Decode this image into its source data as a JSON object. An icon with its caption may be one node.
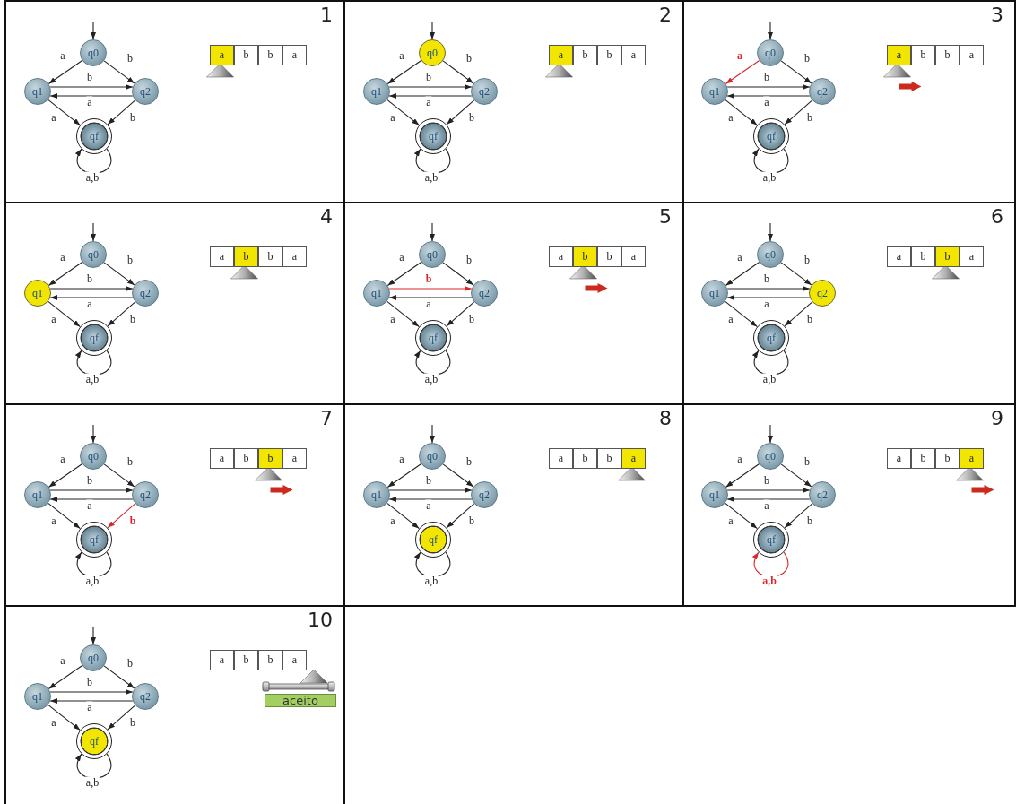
{
  "diagram": {
    "nodes": [
      {
        "text": [
          "1"
        ]
      },
      {
        "text": [
          "q0"
        ],
        "in": 0
      },
      {
        "text": [
          "q1"
        ],
        "in": 0
      },
      {
        "text": [
          "q2"
        ],
        "in": 0
      },
      {
        "text": [
          "qf"
        ],
        "in": 0
      },
      {
        "text": [
          "a"
        ],
        "in": 0
      },
      {
        "text": [
          "b"
        ],
        "in": 0
      },
      {
        "text": [
          "b"
        ],
        "in": 0
      },
      {
        "text": [
          "a"
        ],
        "in": 0
      },
      {
        "text": [
          "2"
        ]
      },
      {
        "text": [
          "q0"
        ],
        "in": 9
      },
      {
        "text": [
          "q1"
        ],
        "in": 9
      },
      {
        "text": [
          "q2"
        ],
        "in": 9
      },
      {
        "text": [
          "qf"
        ],
        "in": 9
      },
      {
        "text": [
          "a"
        ],
        "in": 9
      },
      {
        "text": [
          "b"
        ],
        "in": 9
      },
      {
        "text": [
          "b"
        ],
        "in": 9
      },
      {
        "text": [
          "a"
        ],
        "in": 9
      },
      {
        "text": [
          "3"
        ]
      },
      {
        "text": [
          "q0"
        ],
        "in": 18
      },
      {
        "text": [
          "q1"
        ],
        "in": 18
      },
      {
        "text": [
          "q2"
        ],
        "in": 18
      },
      {
        "text": [
          "qf"
        ],
        "in": 18
      },
      {
        "text": [
          "a"
        ],
        "in": 18
      },
      {
        "text": [
          "b"
        ],
        "in": 18
      },
      {
        "text": [
          "b"
        ],
        "in": 18
      },
      {
        "text": [
          "a"
        ],
        "in": 18
      },
      {
        "text": [
          "4"
        ]
      },
      {
        "text": [
          "q0"
        ],
        "in": 27
      },
      {
        "text": [
          "q1"
        ],
        "in": 27
      },
      {
        "text": [
          "q2"
        ],
        "in": 27
      },
      {
        "text": [
          "qf"
        ],
        "in": 27
      },
      {
        "text": [
          "a"
        ],
        "in": 27
      },
      {
        "text": [
          "b"
        ],
        "in": 27
      },
      {
        "text": [
          "b"
        ],
        "in": 27
      },
      {
        "text": [
          "a"
        ],
        "in": 27
      },
      {
        "text": [
          "5"
        ]
      },
      {
        "text": [
          "q0"
        ],
        "in": 36
      },
      {
        "text": [
          "q1"
        ],
        "in": 36
      },
      {
        "text": [
          "q2"
        ],
        "in": 36
      },
      {
        "text": [
          "qf"
        ],
        "in": 36
      },
      {
        "text": [
          "a"
        ],
        "in": 36
      },
      {
        "text": [
          "b"
        ],
        "in": 36
      },
      {
        "text": [
          "b"
        ],
        "in": 36
      },
      {
        "text": [
          "a"
        ],
        "in": 36
      },
      {
        "text": [
          "6"
        ]
      },
      {
        "text": [
          "q0"
        ],
        "in": 45
      },
      {
        "text": [
          "q1"
        ],
        "in": 45
      },
      {
        "text": [
          "q2"
        ],
        "in": 45
      },
      {
        "text": [
          "qf"
        ],
        "in": 45
      },
      {
        "text": [
          "a"
        ],
        "in": 45
      },
      {
        "text": [
          "b"
        ],
        "in": 45
      },
      {
        "text": [
          "b"
        ],
        "in": 45
      },
      {
        "text": [
          "a"
        ],
        "in": 45
      },
      {
        "text": [
          "7"
        ]
      },
      {
        "text": [
          "q0"
        ],
        "in": 54
      },
      {
        "text": [
          "q1"
        ],
        "in": 54
      },
      {
        "text": [
          "q2"
        ],
        "in": 54
      },
      {
        "text": [
          "qf"
        ],
        "in": 54
      },
      {
        "text": [
          "a"
        ],
        "in": 54
      },
      {
        "text": [
          "b"
        ],
        "in": 54
      },
      {
        "text": [
          "b"
        ],
        "in": 54
      },
      {
        "text": [
          "a"
        ],
        "in": 54
      },
      {
        "text": [
          "8"
        ]
      },
      {
        "text": [
          "q0"
        ],
        "in": 63
      },
      {
        "text": [
          "q1"
        ],
        "in": 63
      },
      {
        "text": [
          "q2"
        ],
        "in": 63
      },
      {
        "text": [
          "qf"
        ],
        "in": 63
      },
      {
        "text": [
          "a"
        ],
        "in": 63
      },
      {
        "text": [
          "b"
        ],
        "in": 63
      },
      {
        "text": [
          "b"
        ],
        "in": 63
      },
      {
        "text": [
          "a"
        ],
        "in": 63
      },
      {
        "text": [
          "9"
        ]
      },
      {
        "text": [
          "q0"
        ],
        "in": 72
      },
      {
        "text": [
          "q1"
        ],
        "in": 72
      },
      {
        "text": [
          "q2"
        ],
        "in": 72
      },
      {
        "text": [
          "qf"
        ],
        "in": 72
      },
      {
        "text": [
          "a"
        ],
        "in": 72
      },
      {
        "text": [
          "b"
        ],
        "in": 72
      },
      {
        "text": [
          "b"
        ],
        "in": 72
      },
      {
        "text": [
          "a"
        ],
        "in": 72
      },
      {
        "text": [
          "10"
        ]
      },
      {
        "text": [
          "q0"
        ],
        "in": 81
      },
      {
        "text": [
          "q1"
        ],
        "in": 81
      },
      {
        "text": [
          "q2"
        ],
        "in": 81
      },
      {
        "text": [
          "qf"
        ],
        "in": 81
      },
      {
        "text": [
          "a"
        ],
        "in": 81
      },
      {
        "text": [
          "b"
        ],
        "in": 81
      },
      {
        "text": [
          "b"
        ],
        "in": 81
      },
      {
        "text": [
          "a"
        ],
        "in": 81
      },
      {
        "text": [
          "aceito"
        ],
        "in": 81
      }
    ],
    "edges": [
      {
        "from": null,
        "to": 1,
        "arrow": "to"
      },
      {
        "from": 1,
        "to": 2,
        "label": "a",
        "arrow": "to"
      },
      {
        "from": 1,
        "to": 3,
        "label": "b",
        "arrow": "to"
      },
      {
        "from": 2,
        "to": 3,
        "label": "b",
        "arrow": "to"
      },
      {
        "from": 3,
        "to": 2,
        "label": "a",
        "arrow": "to"
      },
      {
        "from": 2,
        "to": 4,
        "label": "a",
        "arrow": "to"
      },
      {
        "from": 3,
        "to": 4,
        "label": "b",
        "arrow": "to"
      },
      {
        "from": 4,
        "to": 4,
        "label": "a,b",
        "arrow": "to"
      },
      {
        "from": null,
        "to": 10,
        "arrow": "to"
      },
      {
        "from": 10,
        "to": 11,
        "label": "a",
        "arrow": "to"
      },
      {
        "from": 10,
        "to": 12,
        "label": "b",
        "arrow": "to"
      },
      {
        "from": 11,
        "to": 12,
        "label": "b",
        "arrow": "to"
      },
      {
        "from": 12,
        "to": 11,
        "label": "a",
        "arrow": "to"
      },
      {
        "from": 11,
        "to": 13,
        "label": "a",
        "arrow": "to"
      },
      {
        "from": 12,
        "to": 13,
        "label": "b",
        "arrow": "to"
      },
      {
        "from": 13,
        "to": 13,
        "label": "a,b",
        "arrow": "to"
      },
      {
        "from": null,
        "to": 19,
        "arrow": "to"
      },
      {
        "from": 19,
        "to": 20,
        "label": "a",
        "arrow": "to",
        "color": "#d9262b"
      },
      {
        "from": 19,
        "to": 21,
        "label": "b",
        "arrow": "to"
      },
      {
        "from": 20,
        "to": 21,
        "label": "b",
        "arrow": "to"
      },
      {
        "from": 21,
        "to": 20,
        "label": "a",
        "arrow": "to"
      },
      {
        "from": 20,
        "to": 22,
        "label": "a",
        "arrow": "to"
      },
      {
        "from": 21,
        "to": 22,
        "label": "b",
        "arrow": "to"
      },
      {
        "from": 22,
        "to": 22,
        "label": "a,b",
        "arrow": "to"
      },
      {
        "from": null,
        "to": 28,
        "arrow": "to"
      },
      {
        "from": 28,
        "to": 29,
        "label": "a",
        "arrow": "to"
      },
      {
        "from": 28,
        "to": 30,
        "label": "b",
        "arrow": "to"
      },
      {
        "from": 29,
        "to": 30,
        "label": "b",
        "arrow": "to"
      },
      {
        "from": 30,
        "to": 29,
        "label": "a",
        "arrow": "to"
      },
      {
        "from": 29,
        "to": 31,
        "label": "a",
        "arrow": "to"
      },
      {
        "from": 30,
        "to": 31,
        "label": "b",
        "arrow": "to"
      },
      {
        "from": 31,
        "to": 31,
        "label": "a,b",
        "arrow": "to"
      },
      {
        "from": null,
        "to": 37,
        "arrow": "to"
      },
      {
        "from": 37,
        "to": 38,
        "label": "a",
        "arrow": "to"
      },
      {
        "from": 37,
        "to": 39,
        "label": "b",
        "arrow": "to"
      },
      {
        "from": 38,
        "to": 39,
        "label": "b",
        "arrow": "to",
        "color": "#d9262b"
      },
      {
        "from": 39,
        "to": 38,
        "label": "a",
        "arrow": "to"
      },
      {
        "from": 38,
        "to": 40,
        "label": "a",
        "arrow": "to"
      },
      {
        "from": 39,
        "to": 40,
        "label": "b",
        "arrow": "to"
      },
      {
        "from": 40,
        "to": 40,
        "label": "a,b",
        "arrow": "to"
      },
      {
        "from": null,
        "to": 46,
        "arrow": "to"
      },
      {
        "from": 46,
        "to": 47,
        "label": "a",
        "arrow": "to"
      },
      {
        "from": 46,
        "to": 48,
        "label": "b",
        "arrow": "to"
      },
      {
        "from": 47,
        "to": 48,
        "label": "b",
        "arrow": "to"
      },
      {
        "from": 48,
        "to": 47,
        "label": "a",
        "arrow": "to"
      },
      {
        "from": 47,
        "to": 49,
        "label": "a",
        "arrow": "to"
      },
      {
        "from": 48,
        "to": 49,
        "label": "b",
        "arrow": "to"
      },
      {
        "from": 49,
        "to": 49,
        "label": "a,b",
        "arrow": "to"
      },
      {
        "from": null,
        "to": 55,
        "arrow": "to"
      },
      {
        "from": 55,
        "to": 56,
        "label": "a",
        "arrow": "to"
      },
      {
        "from": 55,
        "to": 57,
        "label": "b",
        "arrow": "to"
      },
      {
        "from": 56,
        "to": 57,
        "label": "b",
        "arrow": "to"
      },
      {
        "from": 57,
        "to": 56,
        "label": "a",
        "arrow": "to"
      },
      {
        "from": 56,
        "to": 58,
        "label": "a",
        "arrow": "to"
      },
      {
        "from": 57,
        "to": 58,
        "label": "b",
        "arrow": "to",
        "color": "#d9262b"
      },
      {
        "from": 58,
        "to": 58,
        "label": "a,b",
        "arrow": "to"
      },
      {
        "from": null,
        "to": 64,
        "arrow": "to"
      },
      {
        "from": 64,
        "to": 65,
        "label": "a",
        "arrow": "to"
      },
      {
        "from": 64,
        "to": 66,
        "label": "b",
        "arrow": "to"
      },
      {
        "from": 65,
        "to": 66,
        "label": "b",
        "arrow": "to"
      },
      {
        "from": 66,
        "to": 65,
        "label": "a",
        "arrow": "to"
      },
      {
        "from": 65,
        "to": 67,
        "label": "a",
        "arrow": "to"
      },
      {
        "from": 66,
        "to": 67,
        "label": "b",
        "arrow": "to"
      },
      {
        "from": 67,
        "to": 67,
        "label": "a,b",
        "arrow": "to"
      },
      {
        "from": null,
        "to": 73,
        "arrow": "to"
      },
      {
        "from": 73,
        "to": 74,
        "label": "a",
        "arrow": "to"
      },
      {
        "from": 73,
        "to": 75,
        "label": "b",
        "arrow": "to"
      },
      {
        "from": 74,
        "to": 75,
        "label": "b",
        "arrow": "to"
      },
      {
        "from": 75,
        "to": 74,
        "label": "a",
        "arrow": "to"
      },
      {
        "from": 74,
        "to": 76,
        "label": "a",
        "arrow": "to"
      },
      {
        "from": 75,
        "to": 76,
        "label": "b",
        "arrow": "to"
      },
      {
        "from": 76,
        "to": 76,
        "label": "a,b",
        "arrow": "to",
        "color": "#d9262b"
      },
      {
        "from": null,
        "to": 82,
        "arrow": "to"
      },
      {
        "from": 82,
        "to": 83,
        "label": "a",
        "arrow": "to"
      },
      {
        "from": 82,
        "to": 84,
        "label": "b",
        "arrow": "to"
      },
      {
        "from": 83,
        "to": 84,
        "label": "b",
        "arrow": "to"
      },
      {
        "from": 84,
        "to": 83,
        "label": "a",
        "arrow": "to"
      },
      {
        "from": 83,
        "to": 85,
        "label": "a",
        "arrow": "to"
      },
      {
        "from": 84,
        "to": 85,
        "label": "b",
        "arrow": "to"
      },
      {
        "from": 85,
        "to": 85,
        "label": "a,b",
        "arrow": "to"
      }
    ]
  }
}
